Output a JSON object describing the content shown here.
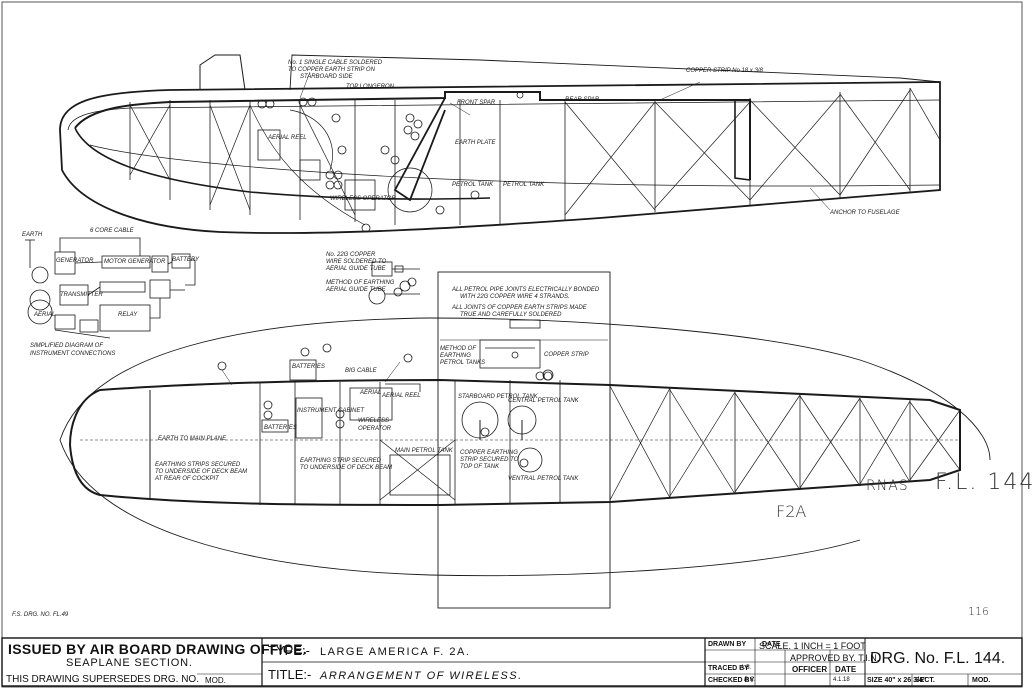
{
  "top_view_notes": {
    "cable_note_1": "No. 1 SINGLE CABLE SOLDERED",
    "cable_note_2": "TO COPPER EARTH STRIP ON",
    "cable_note_3": "STARBOARD SIDE",
    "top_longeron": "TOP LONGERON",
    "front_spar": "FRONT SPAR",
    "rear_spar": "REAR SPAR",
    "petrol_tank_1": "PETROL TANK",
    "petrol_tank_2": "PETROL TANK",
    "copper_strip": "COPPER STRIP No 18 x 3/8",
    "rear_anchor": "ANCHOR TO FUSELAGE",
    "earth_plate": "EARTH PLATE",
    "aerial_reel": "AERIAL REEL",
    "wireless_operator": "WIRELESS OPERATOR"
  },
  "circuit": {
    "earth": "EARTH",
    "core_cable": "6 CORE CABLE",
    "generator": "GENERATOR",
    "motor_generator": "MOTOR GENERATOR",
    "transmitter": "TRANSMITTER",
    "relay": "RELAY",
    "battery": "BATTERY",
    "aerial": "AERIAL",
    "title_1": "SIMPLIFIED DIAGRAM OF",
    "title_2": "INSTRUMENT CONNECTIONS"
  },
  "detail_notes": {
    "cable_1": "No. 22G COPPER",
    "cable_2": "WIRE SOLDERED TO",
    "cable_3": "AERIAL GUIDE TUBE",
    "method_1": "METHOD OF EARTHING",
    "method_2": "AERIAL GUIDE TUBE",
    "box_1": "ALL PETROL PIPE JOINTS ELECTRICALLY BONDED",
    "box_2": "WITH 22G COPPER WIRE 4 STRANDS.",
    "box_3": "ALL JOINTS OF COPPER EARTH STRIPS MADE",
    "box_4": "TRUE AND CAREFULLY SOLDERED",
    "method_tank_1": "METHOD OF",
    "method_tank_2": "EARTHING",
    "method_tank_3": "PETROL TANKS",
    "copper_strip_2": "COPPER STRIP"
  },
  "plan_view_notes": {
    "big_cable": "BIG CABLE",
    "batteries_1": "BATTERIES",
    "batteries_2": "BATTERIES",
    "instrument_cabinet": "INSTRUMENT CABINET",
    "aerial": "AERIAL",
    "aerial_reel": "AERIAL REEL",
    "wireless": "WIRELESS",
    "operator": "OPERATOR",
    "earth_main": "EARTH TO MAIN PLANE",
    "earthing_1": "EARTHING STRIPS SECURED",
    "earthing_2": "TO UNDERSIDE OF DECK BEAM",
    "earthing_3": "AT REAR OF COCKPIT",
    "earthing_4": "EARTHING STRIP SECURED",
    "earthing_5": "TO UNDERSIDE OF DECK BEAM",
    "starboard_tank": "STARBOARD PETROL TANK",
    "central_tank": "CENTRAL PETROL TANK",
    "copper_earthing_1": "COPPER EARTHING",
    "copper_earthing_2": "STRIP SECURED TO",
    "copper_earthing_3": "TOP OF TANK",
    "ventral_tank": "VENTRAL PETROL TANK",
    "main_petrol": "MAIN PETROL TANK"
  },
  "handwriting": {
    "rnas": "RNAS",
    "fl": "F.L. 144",
    "f2a": "F2A",
    "sheet_no": "116",
    "drawing_ref": "F.S. DRG. NO. FL.49"
  },
  "title_block": {
    "issuer": "ISSUED BY AIR BOARD DRAWING OFFICE.",
    "section": "SEAPLANE SECTION.",
    "supersedes": "THIS DRAWING SUPERSEDES DRG. NO.",
    "mod": "MOD.",
    "type_label": "TYPE:-",
    "type_value": "LARGE AMERICA F. 2A.",
    "title_label": "TITLE:-",
    "title_value": "ARRANGEMENT OF WIRELESS.",
    "drawn_by": "DRAWN BY",
    "date": "DATE",
    "traced_by": "TRACED BY",
    "checked_by": "CHECKED BY",
    "traced_initials": "A.B.",
    "checked_initials": "B.C.",
    "scale": "SCALE. 1 INCH = 1 FOOT",
    "approved": "APPROVED BY. T.I.N.",
    "officer": "OFFICER",
    "date2": "DATE",
    "date_value": "4.1.18",
    "drg_no": "DRG. No. F.L. 144.",
    "size": "SIZE 40\" x 26 3/4\"",
    "sect": "SECT.",
    "mod2": "MOD."
  }
}
